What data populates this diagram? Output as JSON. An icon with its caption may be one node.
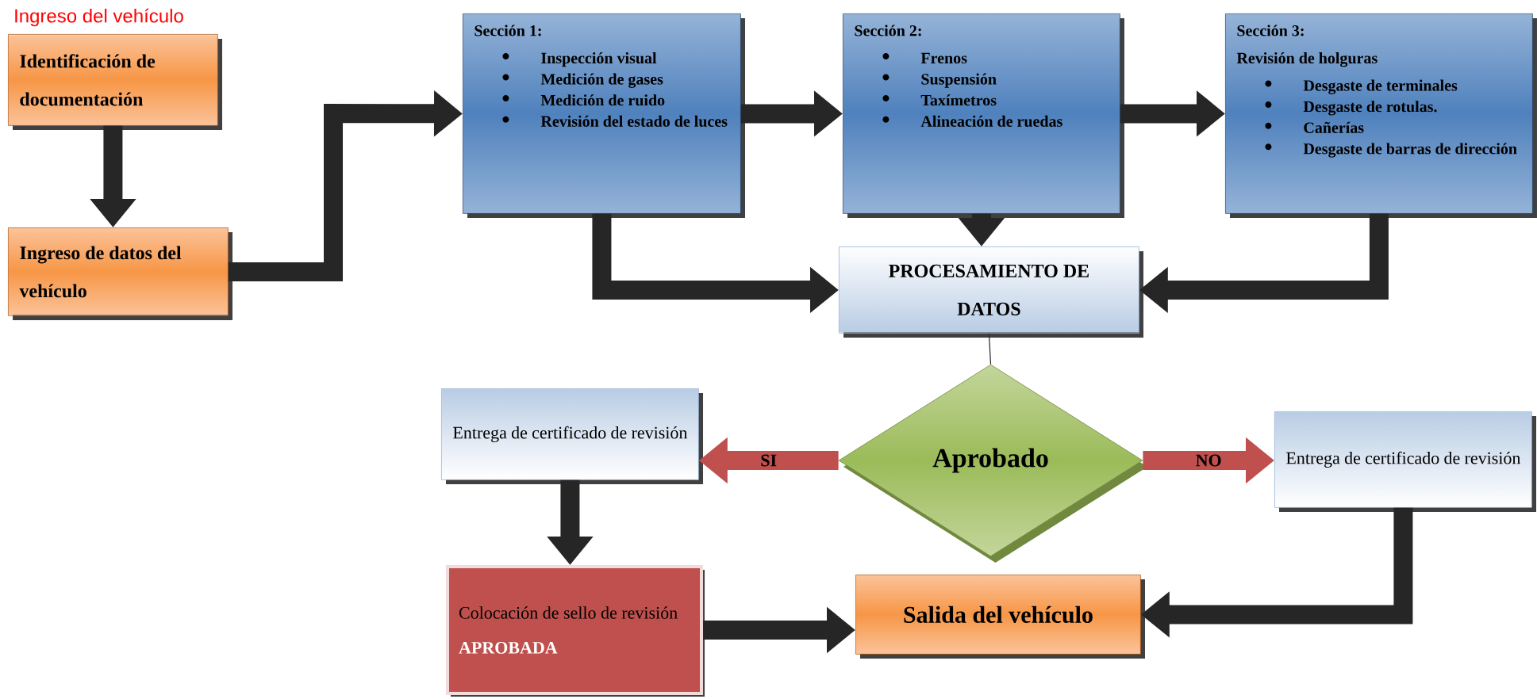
{
  "diagram": {
    "nodes": [
      {
        "text": [
          "Identificación de documentación"
        ],
        "beside": [
          "Ingreso del vehículo"
        ]
      },
      {
        "text": [
          "Ingreso de datos del vehículo"
        ]
      },
      {
        "text": [
          "Sección 1:",
          "Inspección visual",
          "Medición de gases",
          "Medición de ruido",
          "Revisión del estado de luces"
        ]
      },
      {
        "text": [
          "Sección 2:",
          "Frenos",
          "Suspensión",
          "Taxímetros",
          "Alineación de ruedas"
        ]
      },
      {
        "text": [
          "Sección 3:",
          "Revisión de holguras",
          "Desgaste de terminales",
          "Desgaste de rotulas.",
          "Cañerías",
          "Desgaste de barras de dirección"
        ]
      },
      {
        "text": [
          "PROCESAMIENTO DE DATOS"
        ]
      },
      {
        "text": [
          "Aprobado"
        ]
      },
      {
        "text": [
          "Entrega de certificado de revisión"
        ]
      },
      {
        "text": [
          "Entrega de certificado de revisión"
        ]
      },
      {
        "text": [
          "Colocación de sello de revisión",
          "APROBADA"
        ]
      },
      {
        "text": [
          "Salida del vehículo"
        ]
      }
    ],
    "edges": [
      {
        "from": 0,
        "to": 1,
        "arrow": "to"
      },
      {
        "from": 1,
        "to": 2,
        "arrow": "to"
      },
      {
        "from": 2,
        "to": 3,
        "arrow": "to"
      },
      {
        "from": 3,
        "to": 4,
        "arrow": "to"
      },
      {
        "from": 3,
        "to": 5,
        "arrow": "to"
      },
      {
        "from": 2,
        "to": 5,
        "arrow": "to"
      },
      {
        "from": 4,
        "to": 5,
        "arrow": "to"
      },
      {
        "from": 5,
        "to": 6,
        "arrow": "none"
      },
      {
        "from": 6,
        "to": 7,
        "arrow": "to",
        "color": "#c0504d",
        "label": "SI"
      },
      {
        "from": 6,
        "to": 8,
        "arrow": "to",
        "color": "#c0504d",
        "label": "NO"
      },
      {
        "from": 7,
        "to": 9,
        "arrow": "to"
      },
      {
        "from": 9,
        "to": 10,
        "arrow": "to"
      },
      {
        "from": 8,
        "to": 10,
        "arrow": "to"
      }
    ]
  }
}
